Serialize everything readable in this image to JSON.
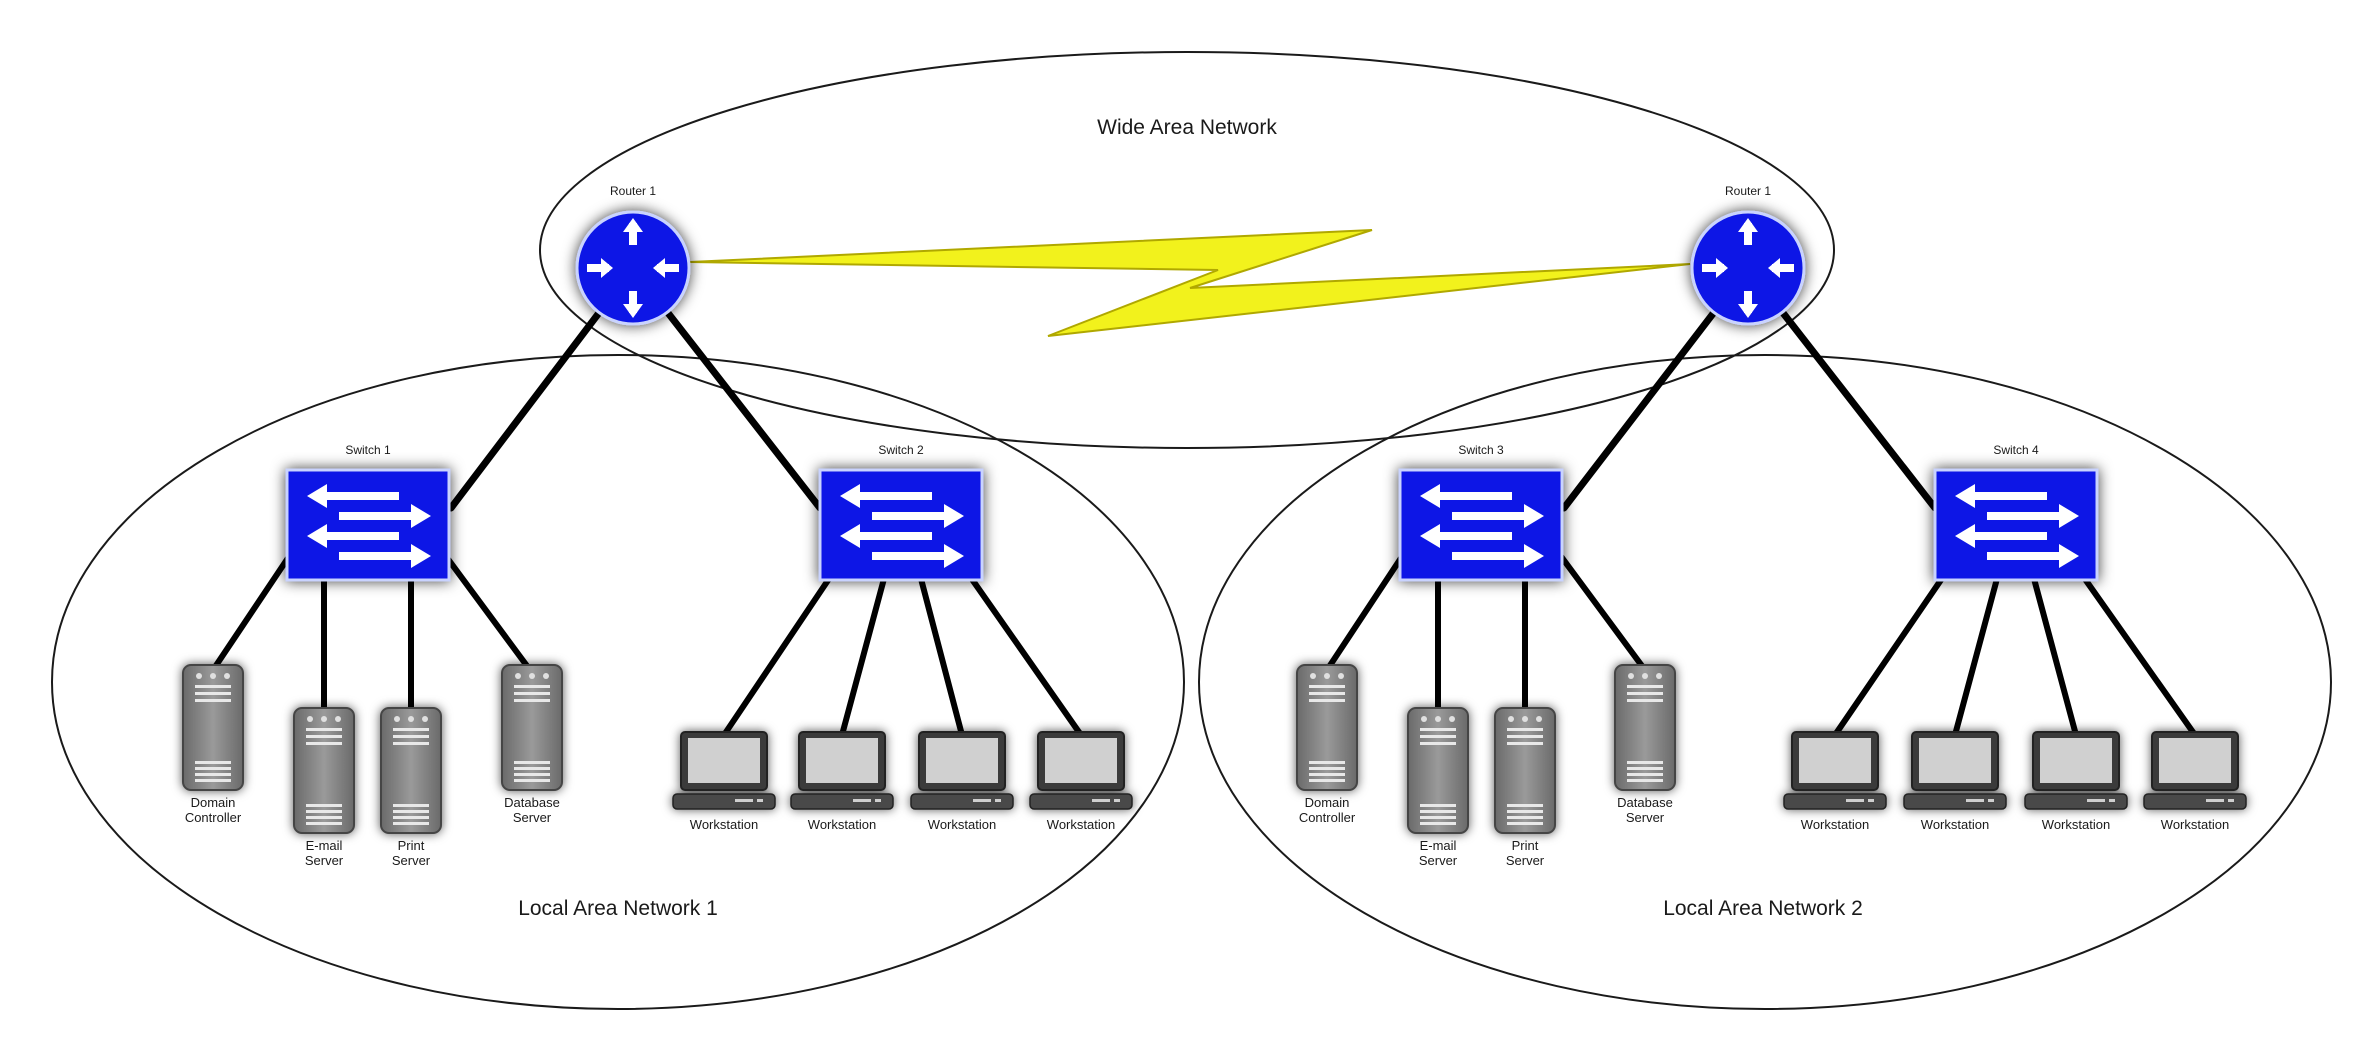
{
  "diagram": {
    "wan_label": "Wide Area Network",
    "lan1_label": "Local Area Network 1",
    "lan2_label": "Local Area Network 2",
    "router_left_label": "Router 1",
    "router_right_label": "Router 1",
    "switch1_label": "Switch 1",
    "switch2_label": "Switch 2",
    "switch3_label": "Switch 3",
    "switch4_label": "Switch 4",
    "lan1_servers": [
      {
        "line1": "Domain",
        "line2": "Controller"
      },
      {
        "line1": "E-mail",
        "line2": "Server"
      },
      {
        "line1": "Print",
        "line2": "Server"
      },
      {
        "line1": "Database",
        "line2": "Server"
      }
    ],
    "lan2_servers": [
      {
        "line1": "Domain",
        "line2": "Controller"
      },
      {
        "line1": "E-mail",
        "line2": "Server"
      },
      {
        "line1": "Print",
        "line2": "Server"
      },
      {
        "line1": "Database",
        "line2": "Server"
      }
    ],
    "lan1_workstations": [
      "Workstation",
      "Workstation",
      "Workstation",
      "Workstation"
    ],
    "lan2_workstations": [
      "Workstation",
      "Workstation",
      "Workstation",
      "Workstation"
    ],
    "colors": {
      "device_blue": "#0a14e6",
      "wan_link": "#f2f21c",
      "server_gray": "#888888",
      "screen_gray": "#d0d0d0"
    }
  }
}
